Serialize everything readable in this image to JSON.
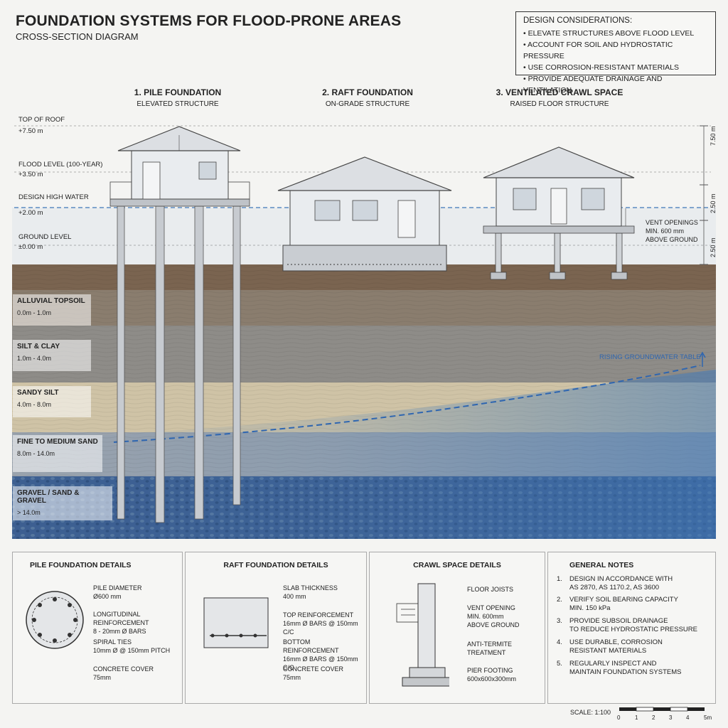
{
  "header": {
    "title": "FOUNDATION SYSTEMS FOR FLOOD-PRONE AREAS",
    "subtitle": "CROSS-SECTION DIAGRAM"
  },
  "considerations": {
    "heading": "DESIGN CONSIDERATIONS:",
    "items": [
      "• ELEVATE STRUCTURES ABOVE FLOOD LEVEL",
      "• ACCOUNT FOR SOIL AND HYDROSTATIC PRESSURE",
      "• USE CORROSION-RESISTANT MATERIALS",
      "• PROVIDE ADEQUATE DRAINAGE AND VENTILATION"
    ]
  },
  "columns": [
    {
      "title": "1. PILE FOUNDATION",
      "subtitle": "ELEVATED STRUCTURE"
    },
    {
      "title": "2. RAFT FOUNDATION",
      "subtitle": "ON-GRADE STRUCTURE"
    },
    {
      "title": "3. VENTILATED CRAWL SPACE",
      "subtitle": "RAISED FLOOR STRUCTURE"
    }
  ],
  "levels": [
    {
      "name": "TOP OF ROOF",
      "value": "+7.50 m"
    },
    {
      "name": "FLOOD LEVEL (100-YEAR)",
      "value": "+3.50 m"
    },
    {
      "name": "DESIGN HIGH WATER",
      "value": "+2.00 m"
    },
    {
      "name": "GROUND LEVEL",
      "value": "±0.00 m"
    }
  ],
  "right_dims": [
    "7.50 m",
    "2.50 m",
    "2.50 m"
  ],
  "vent_callout": [
    "VENT OPENINGS",
    "MIN. 600 mm",
    "ABOVE GROUND"
  ],
  "groundwater_label": "RISING GROUNDWATER TABLE",
  "soil_layers": [
    {
      "name": "ALLUVIAL TOPSOIL",
      "depth": "0.0m - 1.0m"
    },
    {
      "name": "SILT & CLAY",
      "depth": "1.0m - 4.0m"
    },
    {
      "name": "SANDY SILT",
      "depth": "4.0m - 8.0m"
    },
    {
      "name": "FINE TO MEDIUM SAND",
      "depth": "8.0m - 14.0m"
    },
    {
      "name": "GRAVEL / SAND & GRAVEL",
      "depth": "> 14.0m"
    }
  ],
  "pile_panel": {
    "title": "PILE FOUNDATION DETAILS",
    "labels": [
      [
        "PILE DIAMETER",
        "Ø600 mm"
      ],
      [
        "LONGITUDINAL REINFORCEMENT",
        "8 - 20mm Ø BARS"
      ],
      [
        "SPIRAL TIES",
        "10mm Ø @ 150mm PITCH"
      ],
      [
        "CONCRETE COVER",
        "75mm"
      ]
    ]
  },
  "raft_panel": {
    "title": "RAFT FOUNDATION DETAILS",
    "labels": [
      [
        "SLAB THICKNESS",
        "400 mm"
      ],
      [
        "TOP REINFORCEMENT",
        "16mm Ø BARS @ 150mm C/C"
      ],
      [
        "BOTTOM REINFORCEMENT",
        "16mm Ø BARS @ 150mm C/C"
      ],
      [
        "CONCRETE COVER",
        "75mm"
      ]
    ]
  },
  "crawl_panel": {
    "title": "CRAWL SPACE DETAILS",
    "labels": [
      [
        "FLOOR JOISTS"
      ],
      [
        "VENT OPENING",
        "MIN. 600mm",
        "ABOVE GROUND"
      ],
      [
        "ANTI-TERMITE",
        "TREATMENT"
      ],
      [
        "PIER FOOTING",
        "600x600x300mm"
      ]
    ]
  },
  "notes_panel": {
    "title": "GENERAL NOTES",
    "notes": [
      [
        "1.",
        "DESIGN IN ACCORDANCE WITH",
        "AS 2870, AS 1170.2, AS 3600"
      ],
      [
        "2.",
        "VERIFY SOIL BEARING CAPACITY",
        "MIN. 150 kPa"
      ],
      [
        "3.",
        "PROVIDE SUBSOIL DRAINAGE",
        "TO REDUCE HYDROSTATIC PRESSURE"
      ],
      [
        "4.",
        "USE DURABLE, CORROSION",
        "RESISTANT MATERIALS"
      ],
      [
        "5.",
        "REGULARLY INSPECT AND",
        "MAINTAIN FOUNDATION SYSTEMS"
      ]
    ]
  },
  "scale": {
    "label": "SCALE: 1:100",
    "ticks": [
      "0",
      "1",
      "2",
      "3",
      "4",
      "5m"
    ]
  },
  "colors": {
    "water": "#3f78b8",
    "topsoil": "#7a6450",
    "silt": "#8e8c88",
    "sand": "#cfc3a6",
    "gravel": "#3d5f91"
  }
}
